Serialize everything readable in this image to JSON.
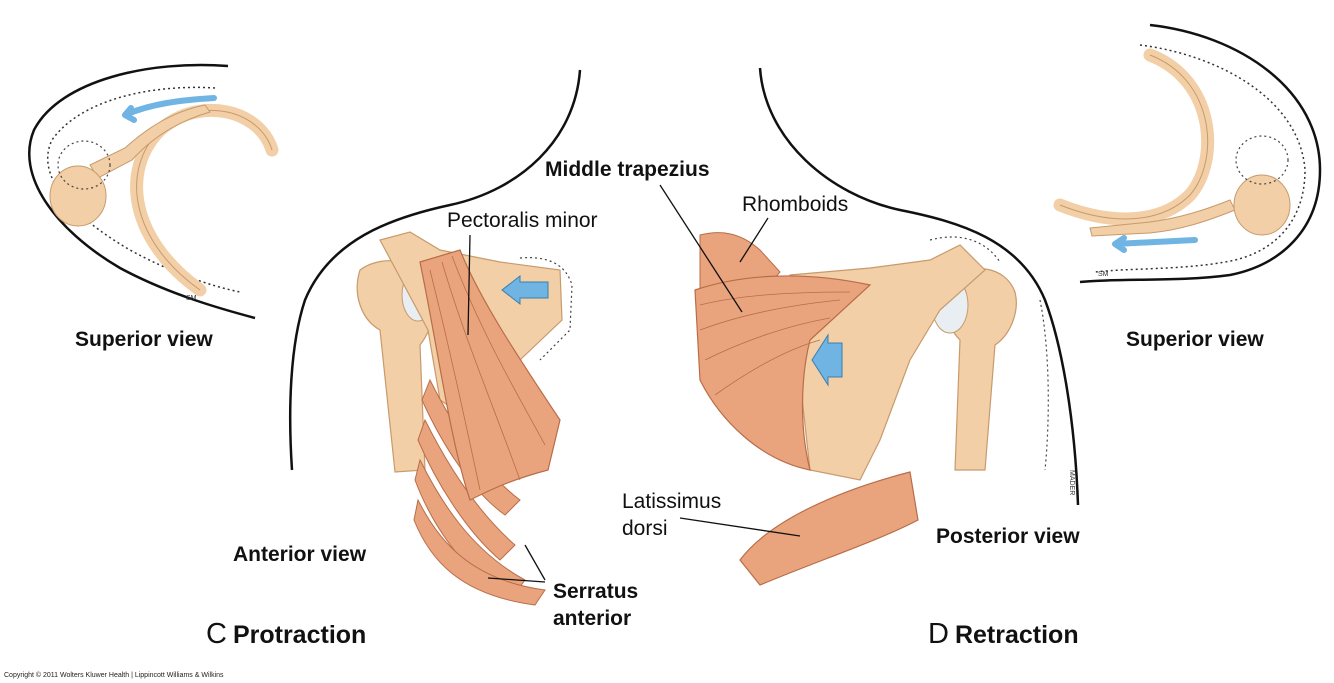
{
  "panel_c": {
    "letter": "C",
    "title": "Protraction",
    "superior_view": "Superior view",
    "anterior_view": "Anterior view",
    "pectoralis_minor": "Pectoralis minor",
    "serratus_line1": "Serratus",
    "serratus_line2": "anterior"
  },
  "panel_d": {
    "letter": "D",
    "title": "Retraction",
    "superior_view": "Superior view",
    "posterior_view": "Posterior view",
    "middle_trapezius": "Middle trapezius",
    "rhomboids": "Rhomboids",
    "latissimus_line1": "Latissimus",
    "latissimus_line2": "dorsi"
  },
  "signatures": {
    "left": "SM",
    "right": "MADER"
  },
  "copyright": "Copyright © 2011 Wolters Kluwer Health | Lippincott Williams & Wilkins",
  "colors": {
    "bone": "#f2cfa6",
    "bone_edge": "#c89a6c",
    "muscle": "#e9a47e",
    "muscle_edge": "#b86d48",
    "arrow": "#6fb4e3",
    "outline": "#111111"
  }
}
